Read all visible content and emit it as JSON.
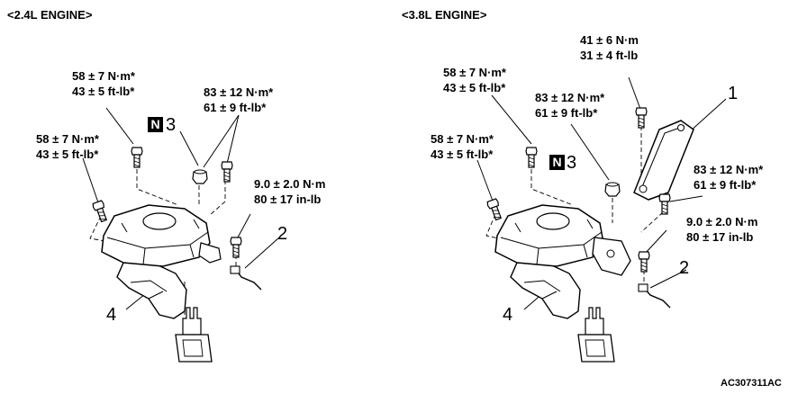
{
  "left_panel": {
    "title": "<2.4L ENGINE>",
    "torque_a": {
      "line1": "58 ± 7 N·m*",
      "line2": "43 ± 5 ft-lb*"
    },
    "torque_b": {
      "line1": "58 ± 7 N·m*",
      "line2": "43 ± 5 ft-lb*"
    },
    "torque_c": {
      "line1": "83 ± 12 N·m*",
      "line2": "61 ± 9 ft-lb*"
    },
    "torque_d": {
      "line1": "9.0 ± 2.0 N·m",
      "line2": "80 ± 17 in-lb"
    },
    "n_badge": "N",
    "callouts": {
      "c2": "2",
      "c3": "3",
      "c4": "4"
    }
  },
  "right_panel": {
    "title": "<3.8L ENGINE>",
    "torque_a": {
      "line1": "58 ± 7 N·m*",
      "line2": "43 ± 5 ft-lb*"
    },
    "torque_b": {
      "line1": "58 ± 7 N·m*",
      "line2": "43 ± 5 ft-lb*"
    },
    "torque_c": {
      "line1": "83 ± 12 N·m*",
      "line2": "61 ± 9 ft-lb*"
    },
    "torque_e": {
      "line1": "41 ± 6 N·m",
      "line2": "31 ± 4 ft-lb"
    },
    "torque_f": {
      "line1": "83 ± 12 N·m*",
      "line2": "61 ± 9 ft-lb*"
    },
    "torque_d": {
      "line1": "9.0 ± 2.0 N·m",
      "line2": "80 ± 17 in-lb"
    },
    "n_badge": "N",
    "callouts": {
      "c1": "1",
      "c2": "2",
      "c3": "3",
      "c4": "4"
    }
  },
  "figure_code": "AC307311AC"
}
